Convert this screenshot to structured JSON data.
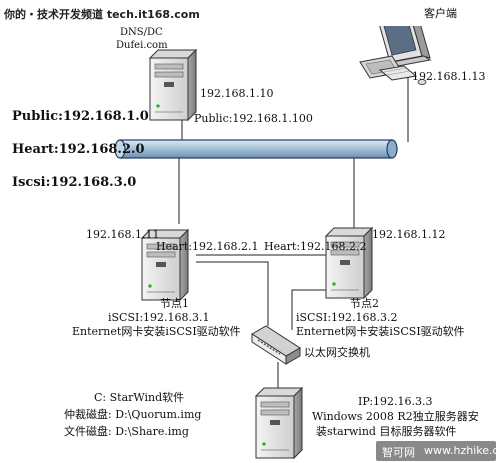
{
  "header": {
    "site_text": "你的・技术开发频道 tech.it168.com"
  },
  "watermark": {
    "text_cn": "智可网",
    "text_en": "www.hzhike.com"
  },
  "networks": {
    "public": "Public:192.168.1.0",
    "heart": "Heart:192.168.2.0",
    "iscsi": "Iscsi:192.168.3.0"
  },
  "dns_server": {
    "name": "DNS/DC",
    "domain": "Dufei.com",
    "ip": "192.168.1.10",
    "public_label": "Public:192.168.1.100"
  },
  "client": {
    "label": "客户端",
    "ip": "192.168.1.13"
  },
  "node1": {
    "ip": "192.168.1.11",
    "heart": "Heart:192.168.2.1",
    "name": "节点1",
    "iscsi": "iSCSI:192.168.3.1",
    "note": "Enternet网卡安装iSCSI驱动软件"
  },
  "node2": {
    "ip": "192.168.1.12",
    "heart": "Heart:192.168.2.2",
    "name": "节点2",
    "iscsi": "iSCSI:192.168.3.2",
    "note": "Enternet网卡安装iSCSI驱动软件"
  },
  "switch": {
    "label": "以太网交换机"
  },
  "storage": {
    "software": "C: StarWind软件",
    "quorum": "仲裁磁盘: D:\\Quorum.img",
    "share": "文件磁盘: D:\\Share.img",
    "ip": "IP:192.16.3.3",
    "os": "Windows 2008 R2独立服务器安",
    "install": "装starwind 目标服务器软件"
  },
  "colors": {
    "bus_fill": "#a9c4dc",
    "bus_stroke": "#1f3b5c",
    "server_body": "#e6e6e6",
    "server_shade": "#9a9a9a"
  }
}
